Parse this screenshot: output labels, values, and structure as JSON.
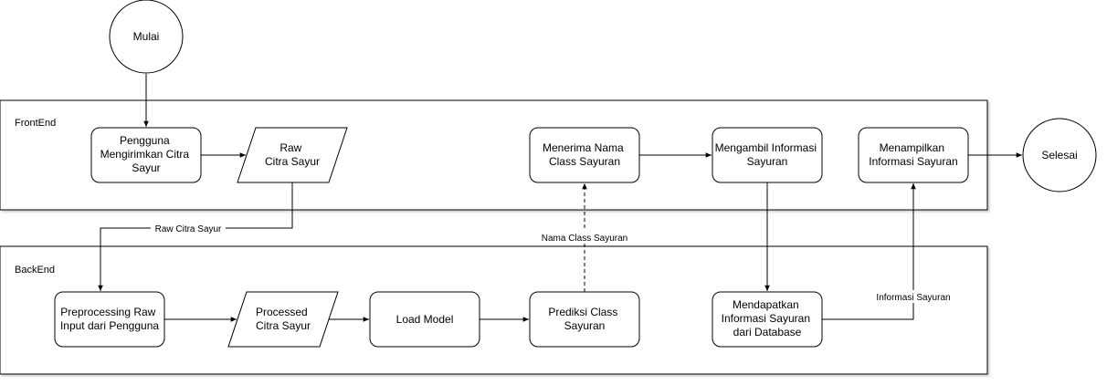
{
  "lanes": {
    "frontend": "FrontEnd",
    "backend": "BackEnd"
  },
  "nodes": {
    "start": [
      "Mulai"
    ],
    "user_sends": [
      "Pengguna",
      "Mengirimkan Citra",
      "Sayur"
    ],
    "raw_input": [
      "Raw",
      "Citra Sayur"
    ],
    "preprocessing": [
      "Preprocessing Raw",
      "Input dari Pengguna"
    ],
    "processed": [
      "Processed",
      "Citra Sayur"
    ],
    "load_model": [
      "Load Model"
    ],
    "predict": [
      "Prediksi Class",
      "Sayuran"
    ],
    "receive_class": [
      "Menerima Nama",
      "Class Sayuran"
    ],
    "fetch_info": [
      "Mengambil Informasi",
      "Sayuran"
    ],
    "get_from_db": [
      "Mendapatkan",
      "Informasi Sayuran",
      "dari Database"
    ],
    "display_info": [
      "Menampilkan",
      "Informasi Sayuran"
    ],
    "end": [
      "Selesai"
    ]
  },
  "edge_labels": {
    "raw_to_preprocess": "Raw Citra Sayur",
    "predict_to_receive": "Nama Class Sayuran",
    "db_to_display": "Informasi Sayuran"
  }
}
